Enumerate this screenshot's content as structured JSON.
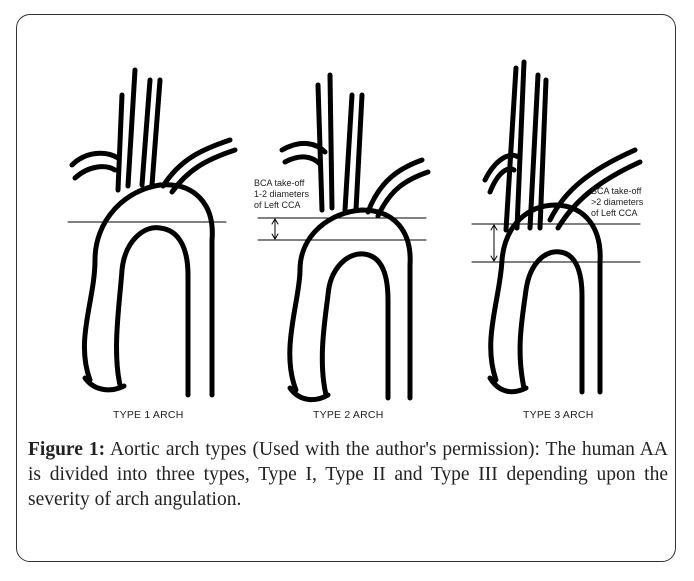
{
  "arches": [
    {
      "label": "TYPE 1 ARCH"
    },
    {
      "label": "TYPE 2 ARCH",
      "note": [
        "BCA take-off",
        "1-2 diameters",
        "of Left CCA"
      ]
    },
    {
      "label": "TYPE 3 ARCH",
      "note": [
        "BCA take-off",
        ">2 diameters",
        "of Left CCA"
      ]
    }
  ],
  "caption": {
    "label": "Figure 1:",
    "text": " Aortic arch types (Used with the author's permission): The human AA is divided into three types, Type I, Type II and Type III depending upon the severity of arch angulation."
  }
}
